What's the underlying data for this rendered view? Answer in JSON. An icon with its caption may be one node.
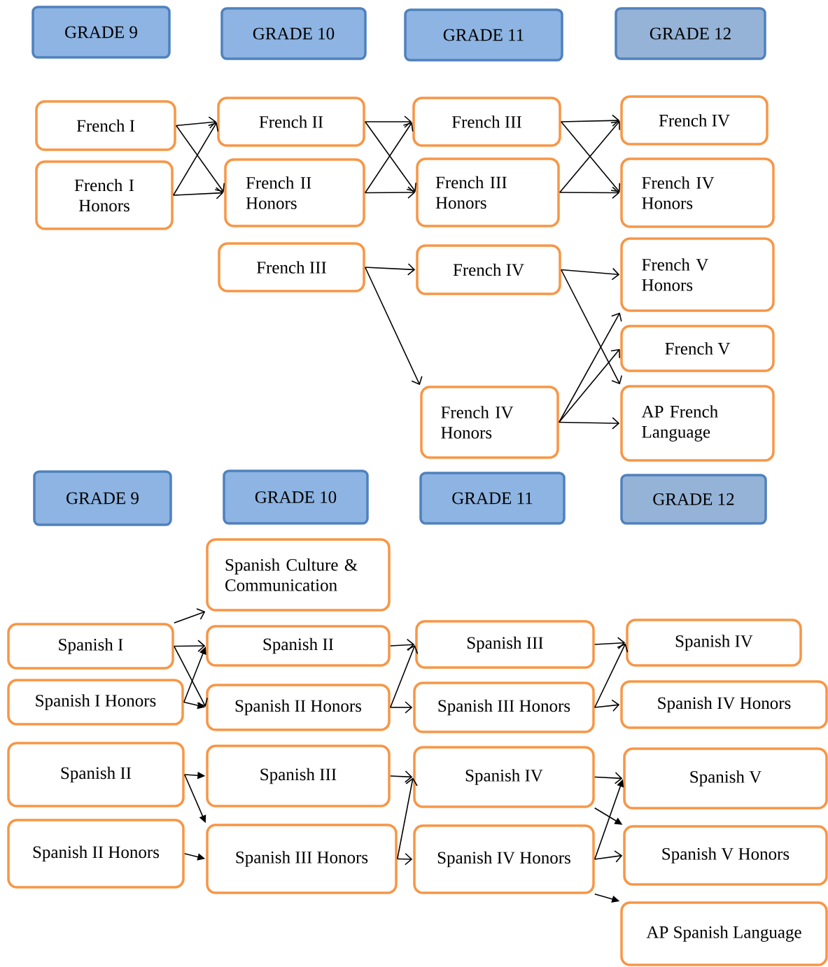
{
  "diagram": {
    "nodes": [
      {
        "text": [
          "GRADE 9"
        ]
      },
      {
        "text": [
          "GRADE 10"
        ]
      },
      {
        "text": [
          "GRADE 11"
        ]
      },
      {
        "text": [
          "GRADE 12"
        ]
      },
      {
        "text": [
          "French I"
        ]
      },
      {
        "text": [
          "French I Honors"
        ]
      },
      {
        "text": [
          "French II"
        ]
      },
      {
        "text": [
          "French II Honors"
        ]
      },
      {
        "text": [
          "French III"
        ]
      },
      {
        "text": [
          "French III Honors"
        ]
      },
      {
        "text": [
          "French IV"
        ]
      },
      {
        "text": [
          "French IV Honors"
        ]
      },
      {
        "text": [
          "French III"
        ]
      },
      {
        "text": [
          "French IV"
        ]
      },
      {
        "text": [
          "French V Honors"
        ]
      },
      {
        "text": [
          "French V"
        ]
      },
      {
        "text": [
          "French IV Honors"
        ]
      },
      {
        "text": [
          "AP French Language"
        ]
      },
      {
        "text": [
          "GRADE 9"
        ]
      },
      {
        "text": [
          "GRADE 10"
        ]
      },
      {
        "text": [
          "GRADE 11"
        ]
      },
      {
        "text": [
          "GRADE 12"
        ]
      },
      {
        "text": [
          "Spanish Culture & Communication"
        ]
      },
      {
        "text": [
          "Spanish I"
        ]
      },
      {
        "text": [
          "Spanish II"
        ]
      },
      {
        "text": [
          "Spanish I Honors"
        ]
      },
      {
        "text": [
          "Spanish II Honors"
        ]
      },
      {
        "text": [
          "Spanish III"
        ]
      },
      {
        "text": [
          "Spanish III Honors"
        ]
      },
      {
        "text": [
          "Spanish IV"
        ]
      },
      {
        "text": [
          "Spanish IV Honors"
        ]
      },
      {
        "text": [
          "Spanish II"
        ]
      },
      {
        "text": [
          "Spanish III"
        ]
      },
      {
        "text": [
          "Spanish IV"
        ]
      },
      {
        "text": [
          "Spanish V"
        ]
      },
      {
        "text": [
          "Spanish II Honors"
        ]
      },
      {
        "text": [
          "Spanish III Honors"
        ]
      },
      {
        "text": [
          "Spanish IV Honors"
        ]
      },
      {
        "text": [
          "Spanish V Honors"
        ]
      },
      {
        "text": [
          "AP Spanish Language"
        ]
      }
    ],
    "edges": [
      {
        "from": 4,
        "to": 6,
        "arrow": "to"
      },
      {
        "from": 4,
        "to": 7,
        "arrow": "to"
      },
      {
        "from": 5,
        "to": 6,
        "arrow": "to"
      },
      {
        "from": 5,
        "to": 7,
        "arrow": "to"
      },
      {
        "from": 6,
        "to": 8,
        "arrow": "to"
      },
      {
        "from": 6,
        "to": 9,
        "arrow": "to"
      },
      {
        "from": 7,
        "to": 8,
        "arrow": "to"
      },
      {
        "from": 7,
        "to": 9,
        "arrow": "to"
      },
      {
        "from": 8,
        "to": 10,
        "arrow": "to"
      },
      {
        "from": 8,
        "to": 11,
        "arrow": "to"
      },
      {
        "from": 9,
        "to": 10,
        "arrow": "to"
      },
      {
        "from": 9,
        "to": 11,
        "arrow": "to"
      },
      {
        "from": 12,
        "to": 13,
        "arrow": "to"
      },
      {
        "from": 12,
        "to": 16,
        "arrow": "to"
      },
      {
        "from": 13,
        "to": 14,
        "arrow": "to"
      },
      {
        "from": 13,
        "to": 17,
        "arrow": "to"
      },
      {
        "from": 16,
        "to": 14,
        "arrow": "to"
      },
      {
        "from": 16,
        "to": 15,
        "arrow": "to"
      },
      {
        "from": 16,
        "to": 17,
        "arrow": "to"
      },
      {
        "from": 23,
        "to": 22,
        "arrow": "to"
      },
      {
        "from": 23,
        "to": 24,
        "arrow": "to"
      },
      {
        "from": 23,
        "to": 26,
        "arrow": "to"
      },
      {
        "from": 25,
        "to": 24,
        "arrow": "to"
      },
      {
        "from": 25,
        "to": 26,
        "arrow": "to"
      },
      {
        "from": 24,
        "to": 27,
        "arrow": "to"
      },
      {
        "from": 26,
        "to": 27,
        "arrow": "to"
      },
      {
        "from": 26,
        "to": 28,
        "arrow": "to"
      },
      {
        "from": 27,
        "to": 29,
        "arrow": "to"
      },
      {
        "from": 28,
        "to": 29,
        "arrow": "to"
      },
      {
        "from": 28,
        "to": 30,
        "arrow": "to"
      },
      {
        "from": 31,
        "to": 32,
        "arrow": "to"
      },
      {
        "from": 31,
        "to": 36,
        "arrow": "to"
      },
      {
        "from": 35,
        "to": 36,
        "arrow": "to"
      },
      {
        "from": 32,
        "to": 33,
        "arrow": "to"
      },
      {
        "from": 36,
        "to": 33,
        "arrow": "to"
      },
      {
        "from": 36,
        "to": 37,
        "arrow": "to"
      },
      {
        "from": 33,
        "to": 34,
        "arrow": "to"
      },
      {
        "from": 33,
        "to": 38,
        "arrow": "to"
      },
      {
        "from": 37,
        "to": 34,
        "arrow": "to"
      },
      {
        "from": 37,
        "to": 38,
        "arrow": "to"
      },
      {
        "from": 37,
        "to": 39,
        "arrow": "to"
      }
    ]
  }
}
